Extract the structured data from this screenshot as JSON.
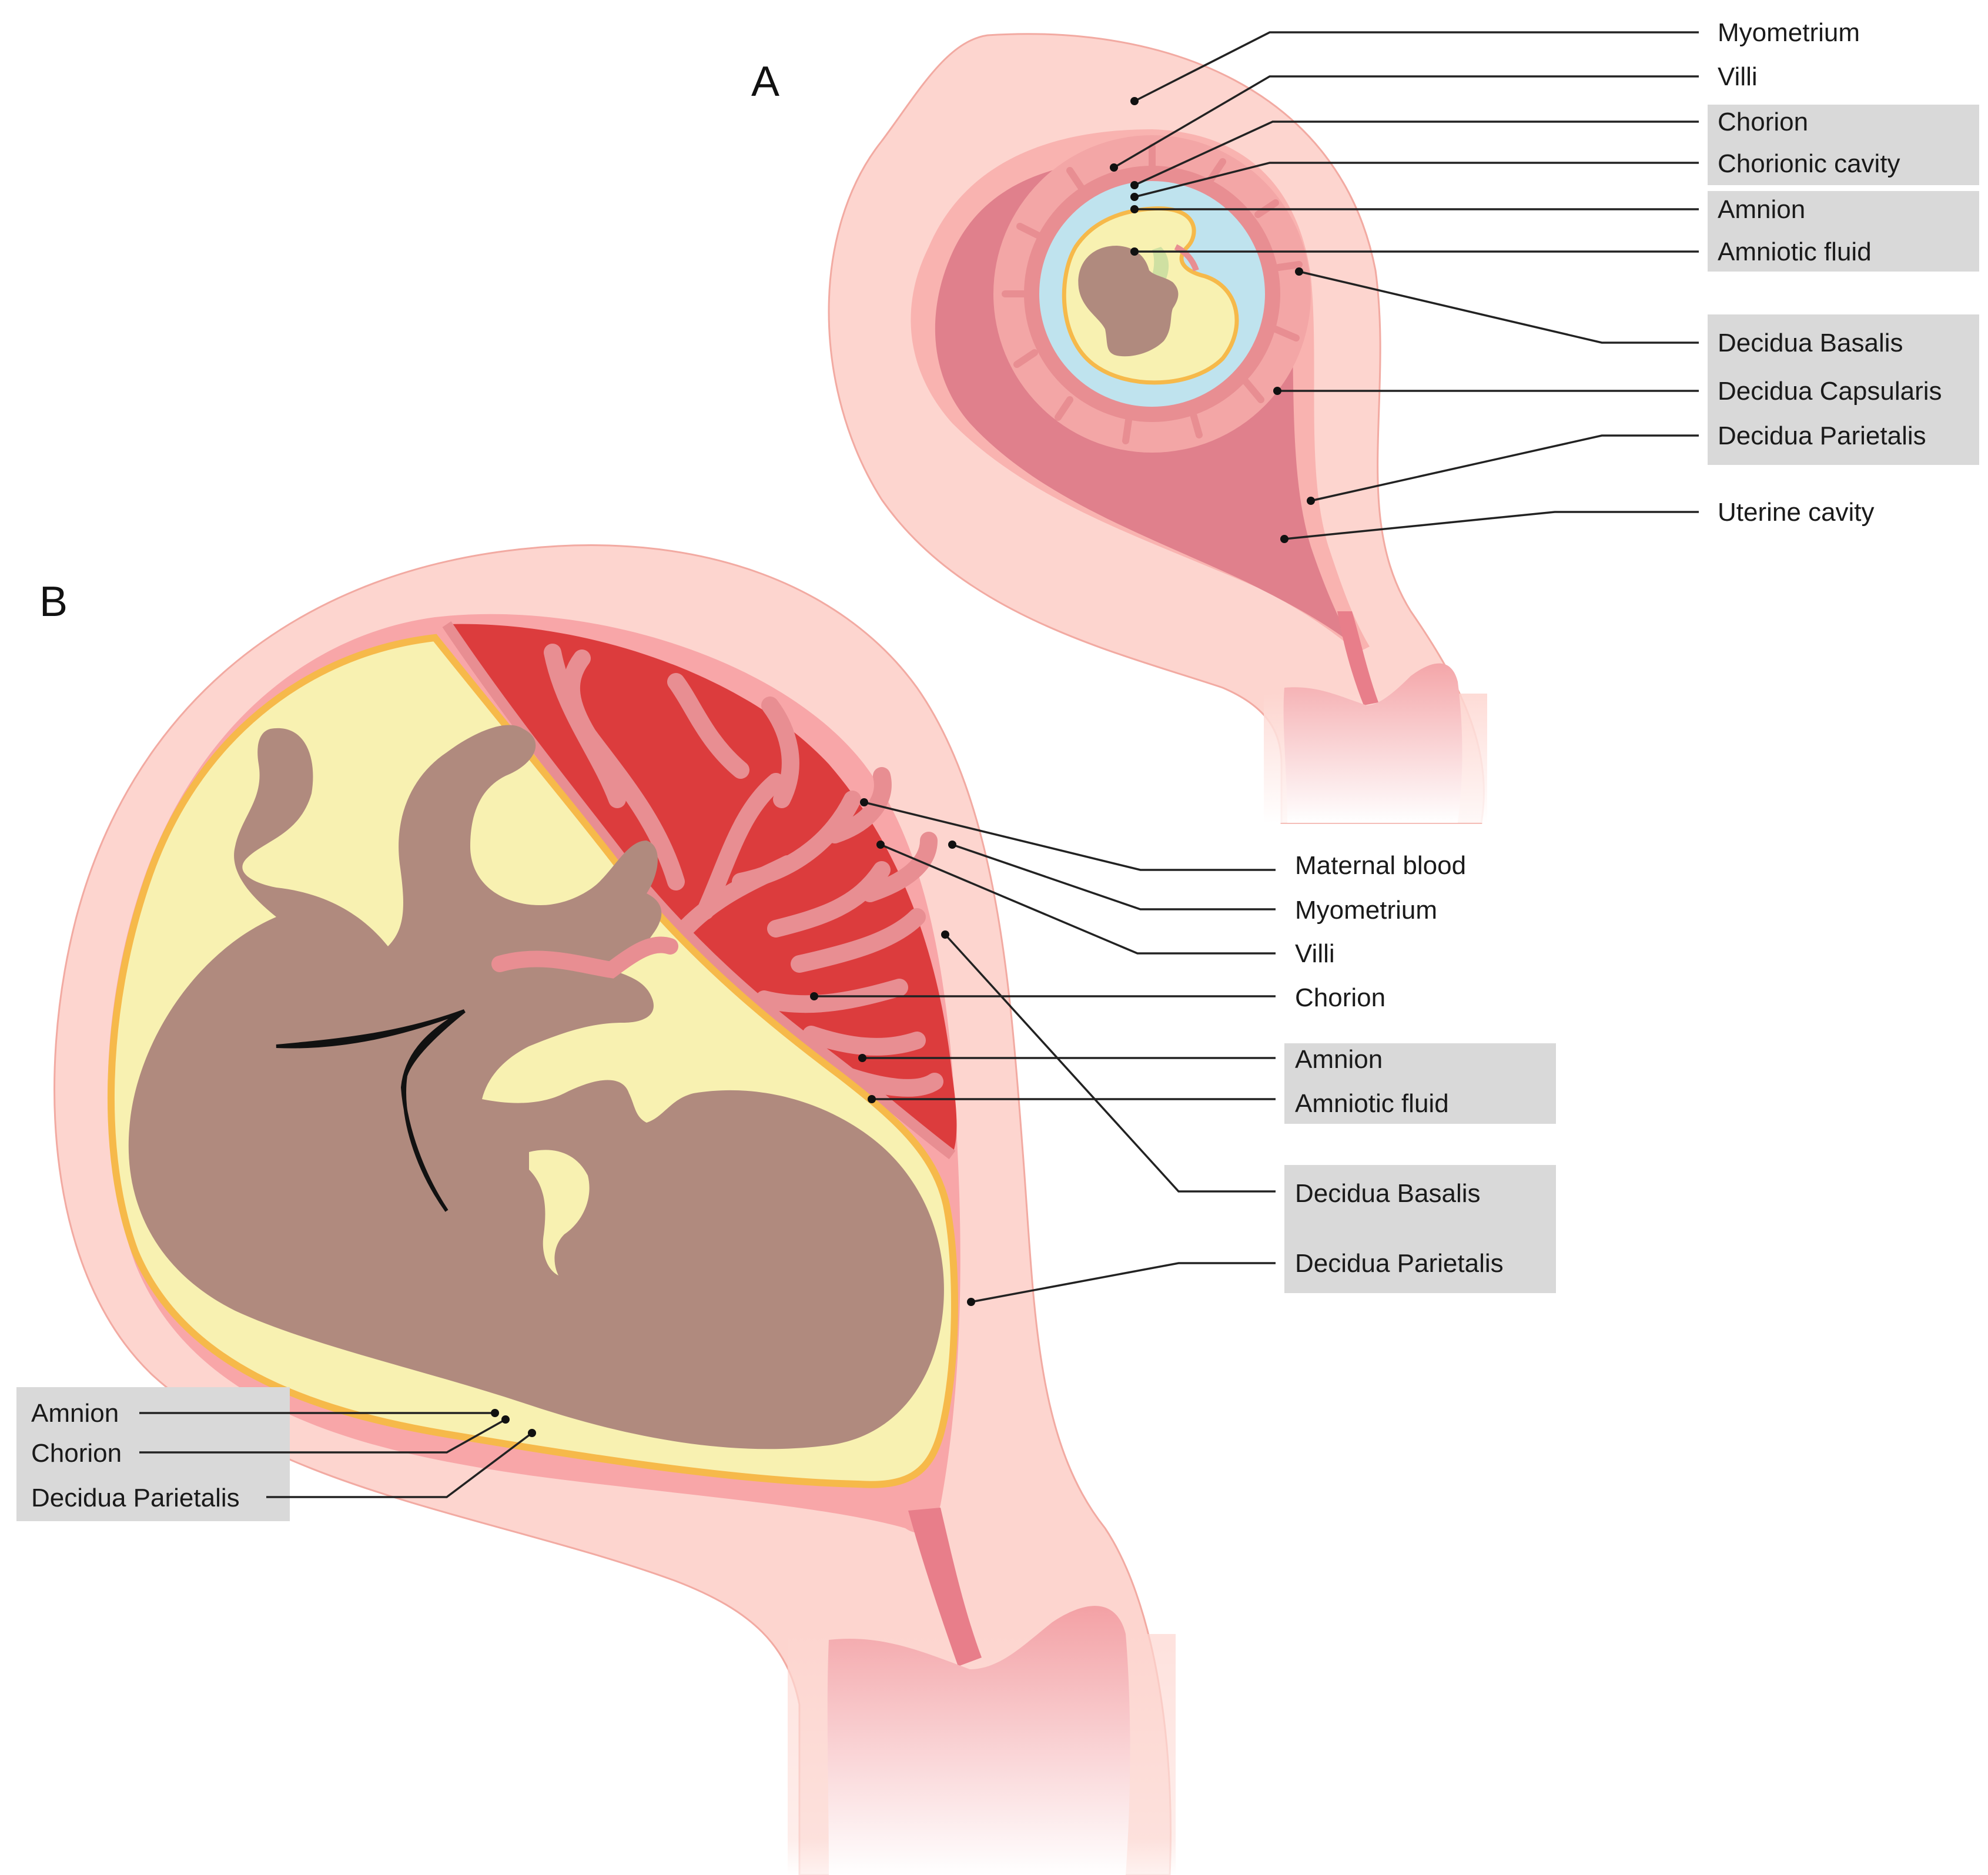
{
  "panels": [
    {
      "letter": "A",
      "labels": [
        "Myometrium",
        "Villi",
        "Chorion",
        "Chorionic cavity",
        "Amnion",
        "Amniotic fluid",
        "Decidua Basalis",
        "Decidua Capsularis",
        "Decidua Parietalis",
        "Uterine cavity"
      ]
    },
    {
      "letter": "B",
      "labels": [
        "Maternal blood",
        "Myometrium",
        "Villi",
        "Chorion",
        "Amnion",
        "Amniotic fluid",
        "Decidua Basalis",
        "Decidua Parietalis"
      ],
      "lower_labels": [
        "Amnion",
        "Chorion",
        "Decidua Parietalis"
      ]
    }
  ],
  "colors": {
    "myometrium": "#fdd5cf",
    "myometrium_edge": "#f2aaa2",
    "decidua": "#f9b3b0",
    "uterine_cavity": "#e0808c",
    "chorionic_villi": "#e88e92",
    "chorionic_cavity": "#bfe3ee",
    "amniotic_fluid": "#f8f1b1",
    "amnion": "#f6b94a",
    "fetus": "#b08a7e",
    "maternal_blood": "#dc3c3d",
    "cervix": "#e87e8a",
    "label_highlight": "#d9d9d9"
  }
}
